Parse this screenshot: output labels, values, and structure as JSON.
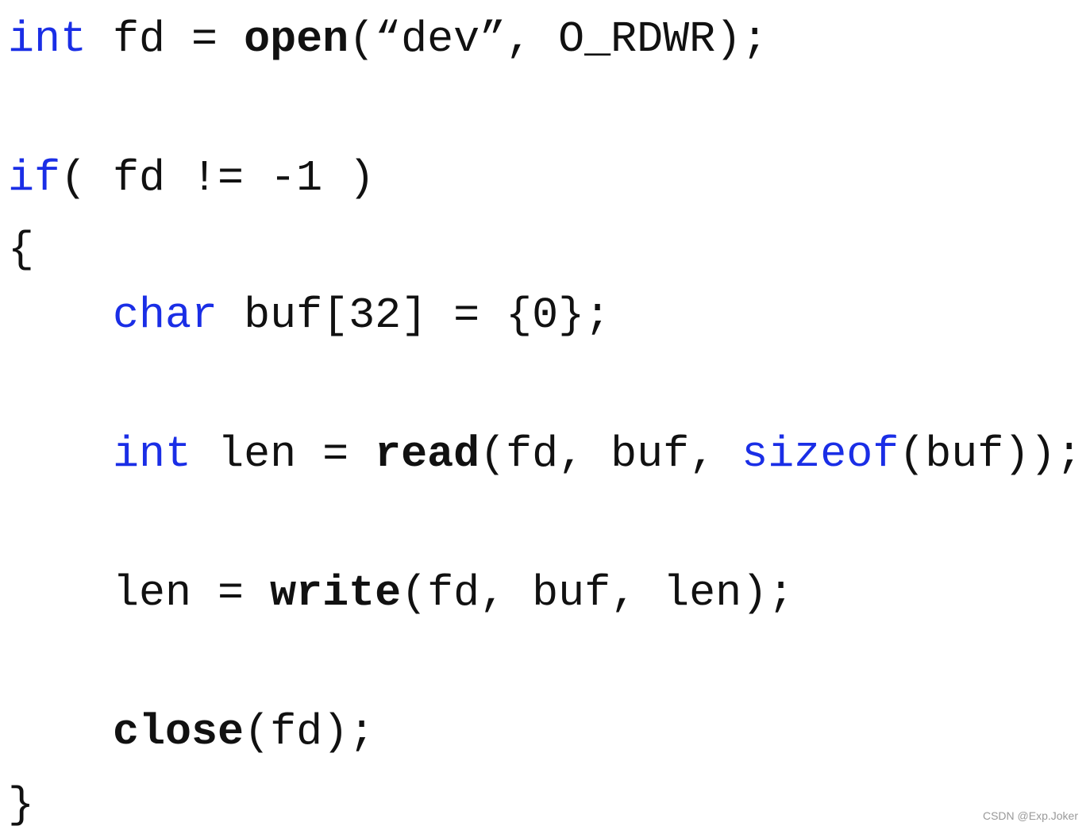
{
  "colors": {
    "keyword": "#1a2ee6",
    "text": "#111111"
  },
  "code_lines": [
    [
      {
        "t": "int",
        "s": "kw"
      },
      {
        "t": " fd = ",
        "s": ""
      },
      {
        "t": "open",
        "s": "b"
      },
      {
        "t": "(“dev”, O_RDWR);",
        "s": ""
      }
    ],
    [
      {
        "t": "if",
        "s": "kw"
      },
      {
        "t": "( fd != -1 )",
        "s": ""
      }
    ],
    [
      {
        "t": "{",
        "s": ""
      }
    ],
    [
      {
        "t": "    ",
        "s": ""
      },
      {
        "t": "char",
        "s": "kw"
      },
      {
        "t": " buf[32] = {0};",
        "s": ""
      }
    ],
    [
      {
        "t": "    ",
        "s": ""
      },
      {
        "t": "int",
        "s": "kw"
      },
      {
        "t": " len = ",
        "s": ""
      },
      {
        "t": "read",
        "s": "b"
      },
      {
        "t": "(fd, buf, ",
        "s": ""
      },
      {
        "t": "sizeof",
        "s": "kw"
      },
      {
        "t": "(buf));",
        "s": ""
      }
    ],
    [
      {
        "t": "    len = ",
        "s": ""
      },
      {
        "t": "write",
        "s": "b"
      },
      {
        "t": "(fd, buf, len);",
        "s": ""
      }
    ],
    [
      {
        "t": "    ",
        "s": ""
      },
      {
        "t": "close",
        "s": "b"
      },
      {
        "t": "(fd);",
        "s": ""
      }
    ],
    [
      {
        "t": "}",
        "s": ""
      }
    ]
  ],
  "watermark": "CSDN @Exp.Joker"
}
